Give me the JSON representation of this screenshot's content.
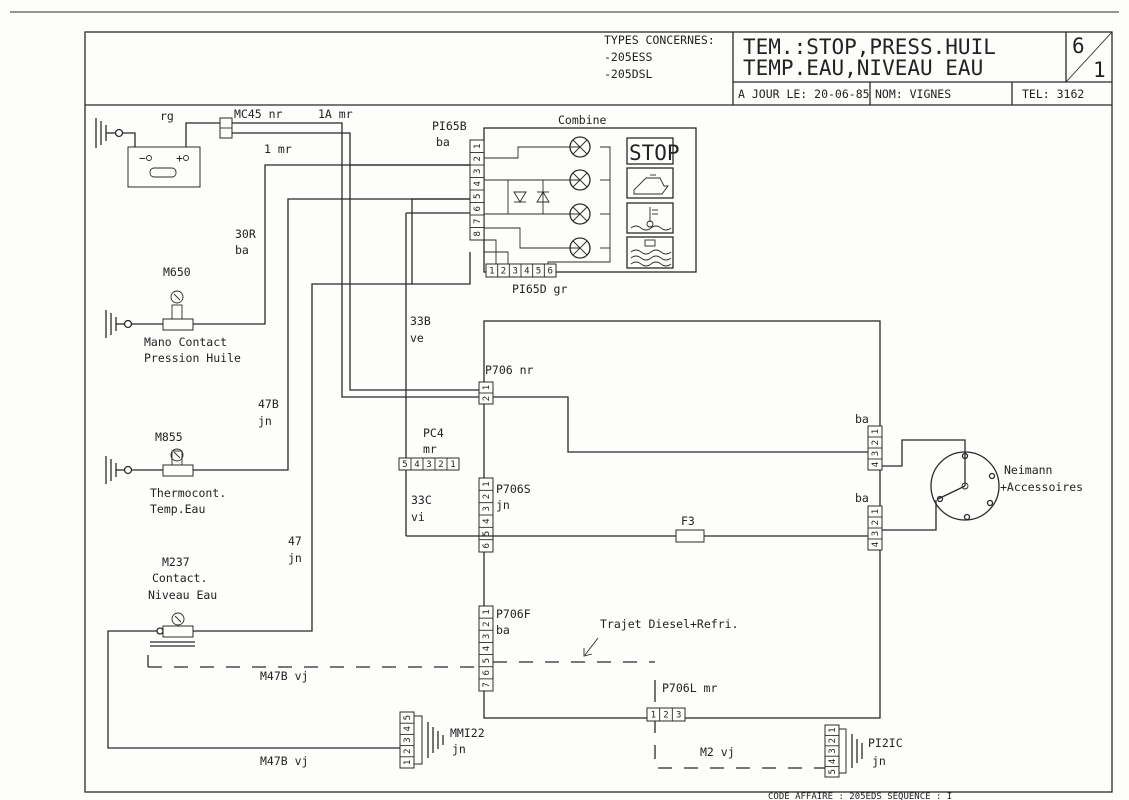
{
  "header": {
    "types_label": "TYPES CONCERNES:",
    "types": [
      "-205ESS",
      "-205DSL"
    ],
    "title_line1": "TEM.:STOP,PRESS.HUIL",
    "title_line2": "TEMP.EAU,NIVEAU EAU",
    "page_num": "6",
    "page_den": "1",
    "date": "A JOUR LE: 20-06-85",
    "name": "NOM: VIGNES",
    "tel": "TEL: 3162"
  },
  "labels": {
    "mc45": "MC45 nr",
    "wire_1a": "1A mr",
    "wire_1": "1 mr",
    "rg": "rg",
    "w30r": "30R",
    "ba": "ba",
    "m650": "M650",
    "mano1": "Mano Contact",
    "mano2": "Pression Huile",
    "w47b": "47B",
    "jn": "jn",
    "m855": "M855",
    "thermo1": "Thermocont.",
    "thermo2": "Temp.Eau",
    "w47": "47",
    "m237": "M237",
    "niv1": "Contact.",
    "niv2": "Niveau Eau",
    "m47b_vj": "M47B vj",
    "p165b": "PI65B",
    "combine": "Combine",
    "p165d": "PI65D gr",
    "w33b": "33B",
    "ve": "ve",
    "pc4": "PC4",
    "mr": "mr",
    "w33c": "33C",
    "vi": "vi",
    "p706": "P706 nr",
    "p706s": "P706S",
    "p706f": "P706F",
    "trajet": "Trajet Diesel+Refri.",
    "f3": "F3",
    "p706l": "P706L mr",
    "mm122": "MMI22",
    "m2vj": "M2 vj",
    "p121c": "PI2IC",
    "neimann1": "Neimann",
    "neimann2": "+Accessoires",
    "stop": "STOP",
    "footer": "CODE AFFAIRE : 205EDS SEQUENCE : I"
  },
  "connectors": {
    "p165b_pins": [
      "1",
      "2",
      "3",
      "4",
      "5",
      "6",
      "7",
      "8"
    ],
    "p165d_pins": [
      "1",
      "2",
      "3",
      "4",
      "5",
      "6"
    ],
    "pc4_pins": [
      "5",
      "4",
      "3",
      "2",
      "1"
    ],
    "p706_pins": [
      "1",
      "2"
    ],
    "p706s_pins": [
      "1",
      "2",
      "3",
      "4",
      "5",
      "6"
    ],
    "p706f_pins": [
      "1",
      "2",
      "3",
      "4",
      "5",
      "6",
      "7"
    ],
    "p706l_pins": [
      "1",
      "2",
      "3"
    ],
    "neimann_top_pins": [
      "1",
      "2",
      "3",
      "4"
    ],
    "neimann_bot_pins": [
      "1",
      "2",
      "3",
      "4"
    ],
    "mm122_pins": [
      "5",
      "4",
      "3",
      "2",
      "1"
    ],
    "p121c_pins": [
      "1",
      "2",
      "3",
      "4",
      "5"
    ]
  }
}
